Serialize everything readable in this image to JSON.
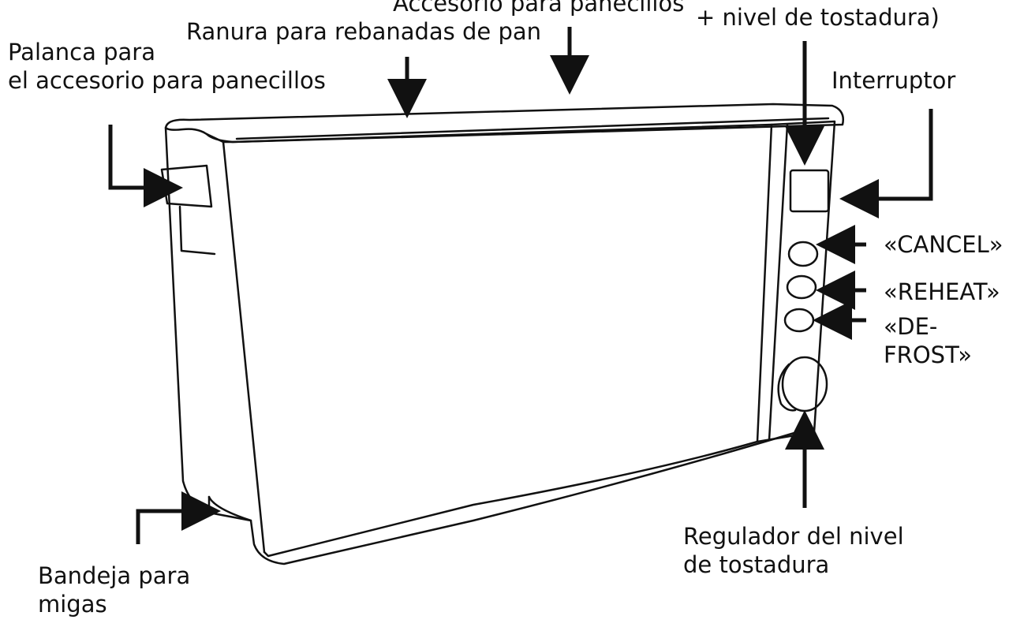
{
  "labels": {
    "accesorio": [
      "Accesorio para panecillos"
    ],
    "display": [
      "+ nivel de tostadura)"
    ],
    "ranura": [
      "Ranura para rebanadas de pan"
    ],
    "palanca": [
      "Palanca para",
      "el accesorio para panecillos"
    ],
    "interruptor": [
      "Interruptor"
    ],
    "cancel": [
      "«CANCEL»"
    ],
    "reheat": [
      "«REHEAT»"
    ],
    "defrost": [
      "«DE-",
      "FROST»"
    ],
    "regulador": [
      "Regulador del nivel",
      "de tostadura"
    ],
    "bandeja": [
      "Bandeja para",
      "migas"
    ]
  },
  "colors": {
    "stroke": "#111111",
    "background": "#ffffff"
  }
}
